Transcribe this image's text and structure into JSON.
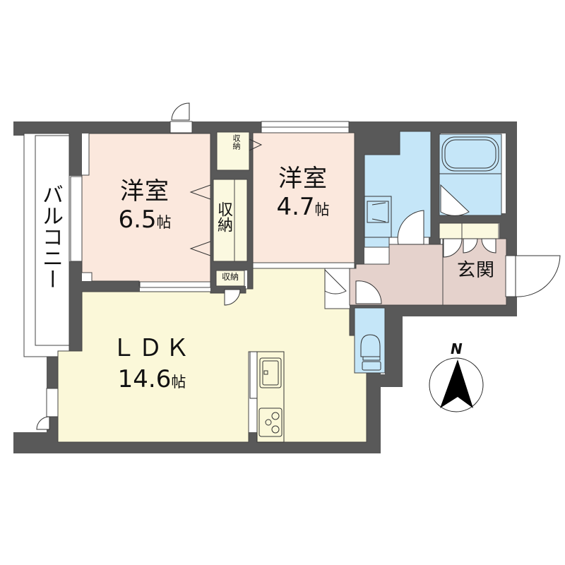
{
  "plan": {
    "type": "apartment floor plan",
    "colors": {
      "wall": "#595959",
      "western_room": "#fbe8dd",
      "ldk": "#fbf8d9",
      "wet_area": "#c5e6f8",
      "entrance": "#e5d2cc",
      "storage": "#fbf9e0",
      "balcony": "#ffffff",
      "line": "#333333"
    },
    "rooms": [
      {
        "id": "western-room-1",
        "name": "洋室",
        "size": "6.5",
        "unit": "帖"
      },
      {
        "id": "western-room-2",
        "name": "洋室",
        "size": "4.7",
        "unit": "帖"
      },
      {
        "id": "ldk",
        "name": "ＬＤＫ",
        "size": "14.6",
        "unit": "帖"
      },
      {
        "id": "entrance",
        "name": "玄関"
      },
      {
        "id": "balcony",
        "name": "バルコニー"
      },
      {
        "id": "storage-main",
        "name": "収納"
      },
      {
        "id": "storage-top",
        "name": "収納"
      },
      {
        "id": "storage-small",
        "name": "収納"
      }
    ],
    "compass": {
      "label": "N"
    }
  }
}
